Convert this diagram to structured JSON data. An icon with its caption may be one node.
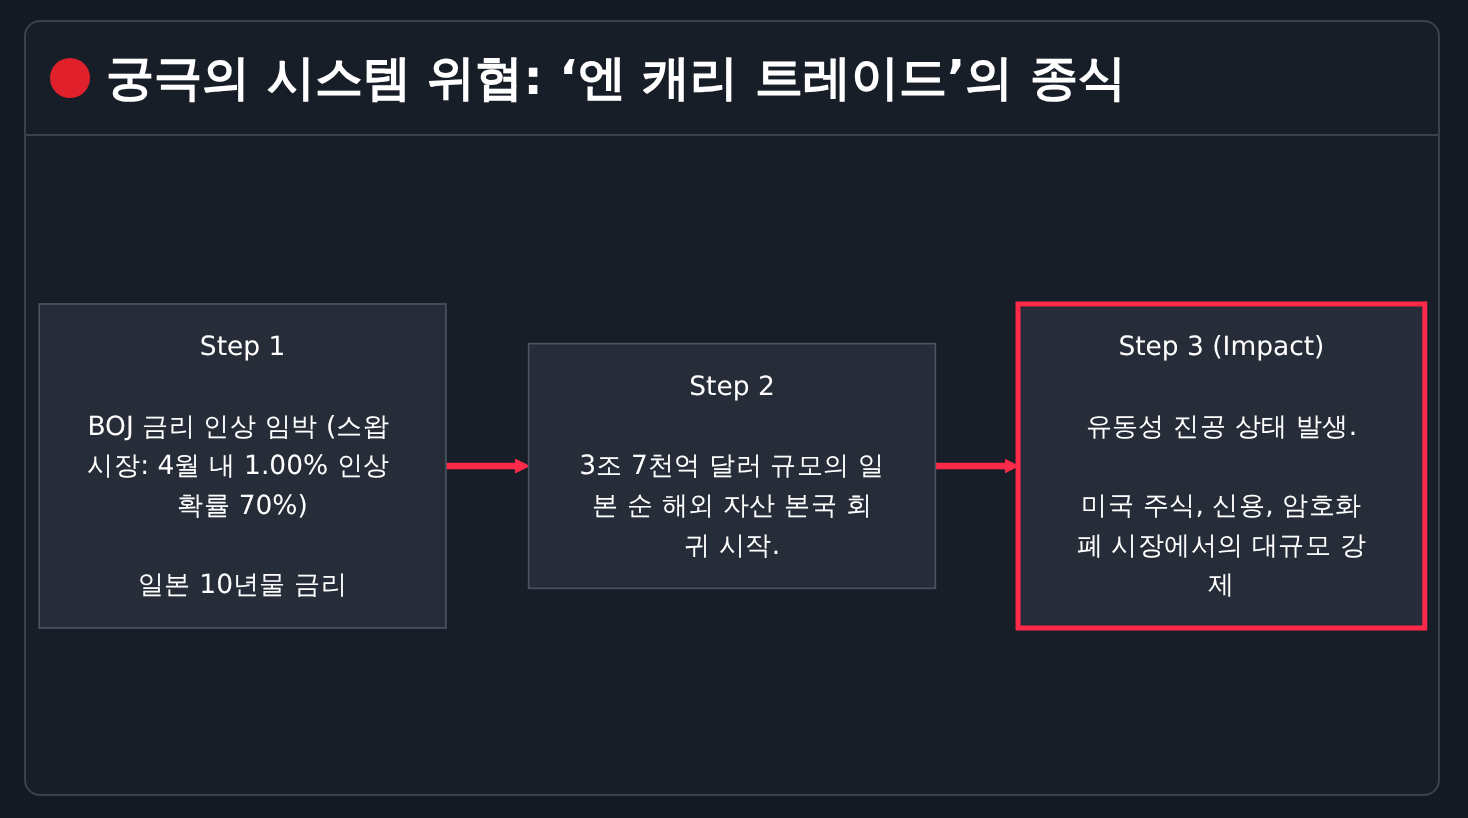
{
  "diagram": {
    "title": "궁극의 시스템 위협: ‘엔 캐리 트레이드’의 종식",
    "nodes": [
      {
        "text": [
          "Step 1",
          "BOJ 금리 인상 임박 (스왑 시장: 4월 내 1.00% 인상 확률 70%)",
          "일본 10년물 금리"
        ]
      },
      {
        "text": [
          "Step 2",
          "3조 7천억 달러 규모의 일본 순 해외 자산 본국 회귀 시작."
        ]
      },
      {
        "text": [
          "Step 3 (Impact)",
          "유동성 진공 상태 발생.",
          "미국 주식, 신용, 암호화폐 시장에서의 대규모 강제"
        ]
      }
    ],
    "edges": [
      {
        "from": 0,
        "to": 1,
        "arrow": "to"
      },
      {
        "from": 1,
        "to": 2,
        "arrow": "to"
      }
    ]
  }
}
